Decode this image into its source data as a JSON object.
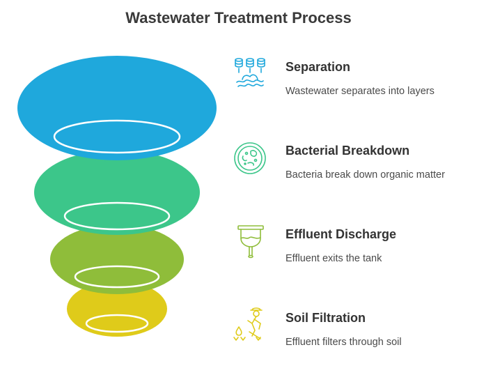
{
  "title": "Wastewater Treatment Process",
  "colors": {
    "separation": "#1fa8dc",
    "bacterial": "#3cc68a",
    "effluent": "#8fbd3a",
    "soil": "#dfcb1a"
  },
  "steps": [
    {
      "heading": "Separation",
      "description": "Wastewater separates into layers",
      "icon": "separation-tanks-icon",
      "color": "#1fa8dc"
    },
    {
      "heading": "Bacterial Breakdown",
      "description": "Bacteria break down organic matter",
      "icon": "bacteria-petri-dish-icon",
      "color": "#3cc68a"
    },
    {
      "heading": "Effluent Discharge",
      "description": "Effluent exits the tank",
      "icon": "discharge-funnel-icon",
      "color": "#8fbd3a"
    },
    {
      "heading": "Soil Filtration",
      "description": "Effluent filters through soil",
      "icon": "gardener-soil-icon",
      "color": "#dfcb1a"
    }
  ]
}
